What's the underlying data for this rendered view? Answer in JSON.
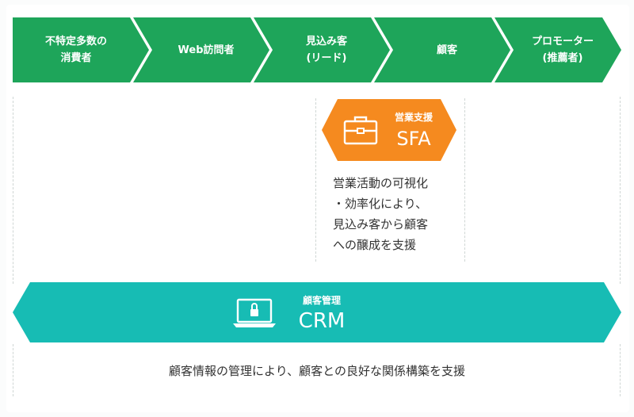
{
  "funnel": {
    "steps": [
      {
        "label": "不特定多数の\n消費者"
      },
      {
        "label": "Web訪問者"
      },
      {
        "label": "見込み客\n(リード)"
      },
      {
        "label": "顧客"
      },
      {
        "label": "プロモーター\n(推薦者)"
      }
    ]
  },
  "sfa": {
    "subtitle": "営業支援",
    "title": "SFA",
    "icon": "briefcase-icon",
    "description": "営業活動の可視化\n・効率化により、\n見込み客から顧客\nへの醸成を支援"
  },
  "crm": {
    "subtitle": "顧客管理",
    "title": "CRM",
    "icon": "laptop-lock-icon",
    "description": "顧客情報の管理により、顧客との良好な関係構築を支援"
  },
  "colors": {
    "funnel_green": "#1ea55a",
    "sfa_orange": "#f58a1f",
    "crm_teal": "#17bcb4",
    "text": "#333333"
  }
}
